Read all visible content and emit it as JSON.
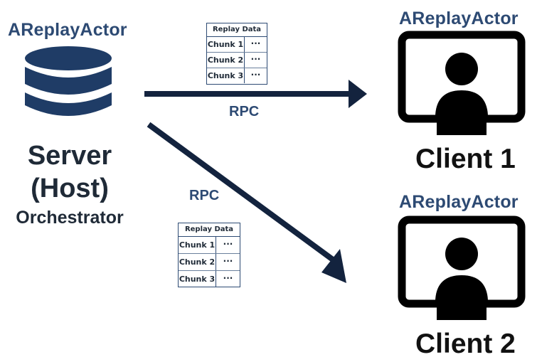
{
  "server": {
    "actor_label": "AReplayActor",
    "title_line1": "Server",
    "title_line2": "(Host)",
    "subtitle": "Orchestrator",
    "icon": "database-icon"
  },
  "clients": [
    {
      "actor_label": "AReplayActor",
      "name": "Client 1",
      "icon": "monitor-user-icon"
    },
    {
      "actor_label": "AReplayActor",
      "name": "Client 2",
      "icon": "monitor-user-icon"
    }
  ],
  "connections": [
    {
      "label": "RPC",
      "from": "Server (Host)",
      "to": "Client 1"
    },
    {
      "label": "RPC",
      "from": "Server (Host)",
      "to": "Client 2"
    }
  ],
  "payload_tables": [
    {
      "header": "Replay Data",
      "rows": [
        {
          "chunk": "Chunk 1",
          "value": "···"
        },
        {
          "chunk": "Chunk 2",
          "value": "···"
        },
        {
          "chunk": "Chunk 3",
          "value": "···"
        }
      ]
    },
    {
      "header": "Replay Data",
      "rows": [
        {
          "chunk": "Chunk 1",
          "value": "···"
        },
        {
          "chunk": "Chunk 2",
          "value": "···"
        },
        {
          "chunk": "Chunk 3",
          "value": "···"
        }
      ]
    }
  ],
  "colors": {
    "accent": "#2d4a73",
    "arrow": "#13233e",
    "icon": "#000000"
  }
}
